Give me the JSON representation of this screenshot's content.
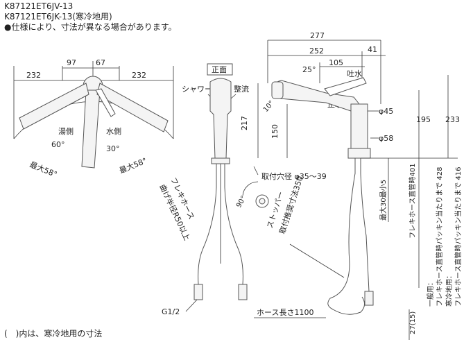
{
  "header": {
    "model_1": "K87121ET6JV-13",
    "model_2": "K87121ET6JK-13(寒冷地用)",
    "note": "●仕様により、寸法が異なる場合があります。"
  },
  "footer": {
    "note": "(　)内は、寒冷地用の寸法"
  },
  "top_view": {
    "dim_left": "232",
    "dim_97": "97",
    "dim_67": "67",
    "dim_right": "232",
    "hot_side": "湯側",
    "cold_side": "水側",
    "angle_60": "60°",
    "angle_30": "30°",
    "max_left": "最大58°",
    "max_right": "最大58°"
  },
  "front_view": {
    "title": "正面",
    "shower": "シャワー",
    "flow": "整流",
    "flex_hose": "フレキホース",
    "bend_radius": "曲げ半径R50以上",
    "g12": "G1/2"
  },
  "side_view": {
    "dim_277": "277",
    "dim_252": "252",
    "dim_41": "41",
    "dim_105": "105",
    "angle_25": "25°",
    "water_out": "吐水",
    "water_stop": "止水",
    "angle_10": "10°",
    "phi45": "φ45",
    "phi58": "φ58",
    "dim_217": "217",
    "dim_150": "150",
    "dim_195": "195",
    "dim_233": "233",
    "mount_hole": "取付穴径 φ35～39",
    "angle_90": "90°",
    "max30": "最大30最小5",
    "flex_straight": "フレキホース直管時401",
    "stopper": "ストッパー",
    "stopper_dim": "取付推奨寸法350",
    "general_1": "一般用：",
    "general_2": "フレキホース直管時パッキン当たりまで 428",
    "cold_1": "寒冷地用：",
    "cold_2": "フレキホース直管時パッキン当たりまで 416",
    "hose_length": "ホース長さ1100",
    "dim_27": "27(15)"
  }
}
